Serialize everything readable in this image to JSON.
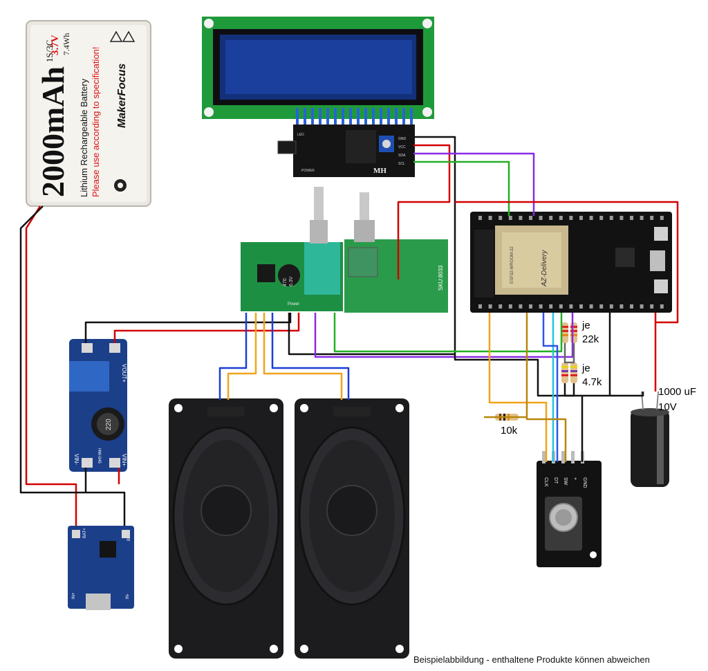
{
  "battery": {
    "capacity": "2000mAh",
    "voltage": "3.7V",
    "energy": "7.4Wh",
    "cell": "1S/3C",
    "type": "Lithium Rechargeable Battery",
    "warning": "Please use according to specification!",
    "brand": "MakerFocus"
  },
  "lcd": {
    "backpack_label": "MH",
    "power_label": "POWER",
    "led_label": "LED"
  },
  "i2c_pins": [
    "GND",
    "VCC",
    "SDA",
    "SCL"
  ],
  "amp_board": {
    "cap_value": "470",
    "cap_voltage": "6.3V",
    "power_label": "Power"
  },
  "volume_board": {
    "sku": "SKU:8033"
  },
  "esp32": {
    "module": "ESP32-WROOM-32",
    "brand": "AZ-Delivery"
  },
  "boost": {
    "vout_plus": "VOUT+",
    "vin_plus": "VIN+",
    "vin_minus": "VIN-",
    "model": "HW-045",
    "inductor": "220"
  },
  "charger": {
    "in_plus": "IN+",
    "in_minus": "IN-",
    "bat_plus": "BAT+",
    "bat_minus": "BAT-"
  },
  "encoder": {
    "pins": [
      "CLK",
      "DT",
      "SW",
      "+",
      "GND"
    ]
  },
  "annotations": {
    "r22k_line1": "je",
    "r22k_line2": "22k",
    "r47k_line1": "je",
    "r47k_line2": "4.7k",
    "r10k": "10k",
    "cap_line1": "1000 uF",
    "cap_line2": "10V"
  },
  "caption": "Beispielabbildung - enthaltene Produkte können abweichen"
}
